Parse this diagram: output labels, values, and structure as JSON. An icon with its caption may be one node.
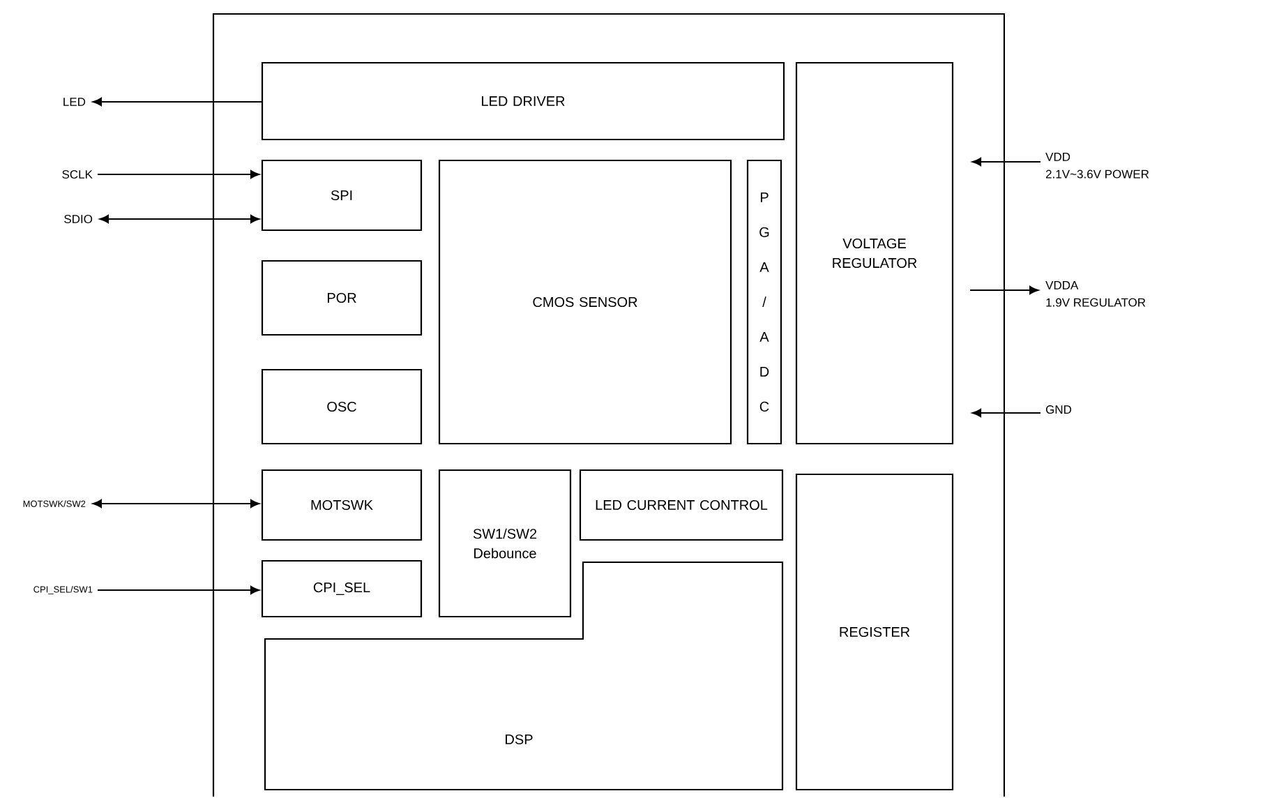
{
  "diagram": {
    "nodes": [
      {
        "text": [],
        "shape": "box"
      },
      {
        "text": [
          "LED DRIVER"
        ],
        "in": 0
      },
      {
        "text": [
          "SPI"
        ],
        "in": 0
      },
      {
        "text": [
          "POR"
        ],
        "in": 0
      },
      {
        "text": [
          "OSC"
        ],
        "in": 0
      },
      {
        "text": [
          "CMOS SENSOR"
        ],
        "in": 0
      },
      {
        "text": [
          "PGA/ADC"
        ],
        "in": 0
      },
      {
        "text": [
          "VOLTAGE REGULATOR"
        ],
        "in": 0
      },
      {
        "text": [
          "MOTSWK"
        ],
        "in": 0
      },
      {
        "text": [
          "CPI_SEL"
        ],
        "in": 0
      },
      {
        "text": [
          "SW1/SW2 Debounce"
        ],
        "in": 0
      },
      {
        "text": [
          "LED CURRENT CONTROL"
        ],
        "in": 0
      },
      {
        "text": [
          "DSP"
        ],
        "in": 0
      },
      {
        "text": [
          "REGISTER"
        ],
        "in": 0
      },
      {
        "text": [
          "LED"
        ]
      },
      {
        "text": [
          "SCLK"
        ]
      },
      {
        "text": [
          "SDIO"
        ]
      },
      {
        "text": [
          "MOTSWK/SW2"
        ]
      },
      {
        "text": [
          "CPI_SEL/SW1"
        ]
      },
      {
        "text": [
          "VDD",
          "2.1V~3.6V POWER"
        ]
      },
      {
        "text": [
          "VDDA",
          "1.9V REGULATOR"
        ]
      },
      {
        "text": [
          "GND"
        ]
      }
    ],
    "edges": [
      {
        "from": 1,
        "to": 14,
        "arrow": "to"
      },
      {
        "from": 15,
        "to": 2,
        "arrow": "to"
      },
      {
        "from": 16,
        "to": 2,
        "arrow": "both"
      },
      {
        "from": 17,
        "to": 8,
        "arrow": "both"
      },
      {
        "from": 18,
        "to": 9,
        "arrow": "to"
      },
      {
        "from": 19,
        "to": 7,
        "arrow": "to"
      },
      {
        "from": 7,
        "to": 20,
        "arrow": "to"
      },
      {
        "from": 21,
        "to": 7,
        "arrow": "to"
      }
    ]
  }
}
